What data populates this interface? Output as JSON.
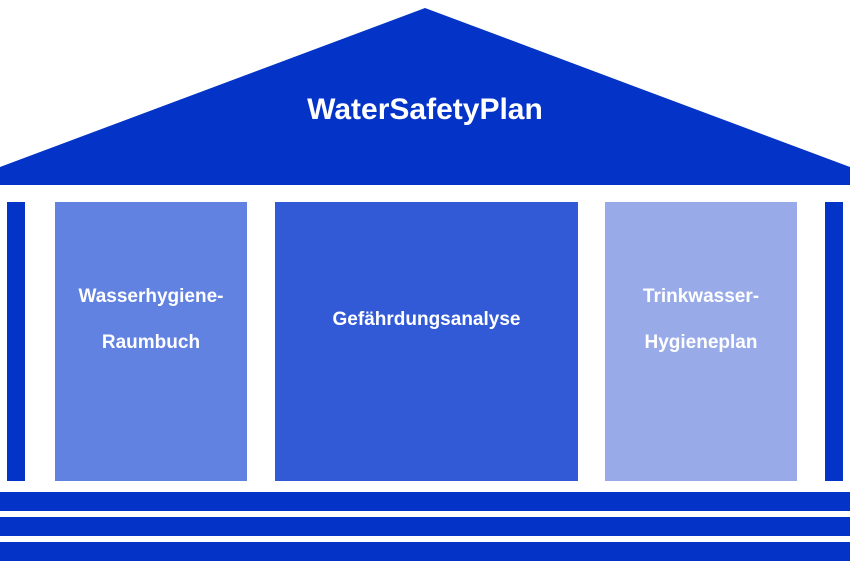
{
  "title": "WaterSafetyPlan",
  "columns": [
    {
      "line1": "Wasserhygiene-",
      "line2": "Raumbuch"
    },
    {
      "line1": "Gefährdungsanalyse",
      "line2": ""
    },
    {
      "line1": "Trinkwasser-",
      "line2": "Hygieneplan"
    }
  ],
  "colors": {
    "primary": "#0433c8",
    "column_left": "#6182e0",
    "column_center": "#335ad6",
    "column_right": "#98aae8",
    "background": "#ffffff"
  }
}
